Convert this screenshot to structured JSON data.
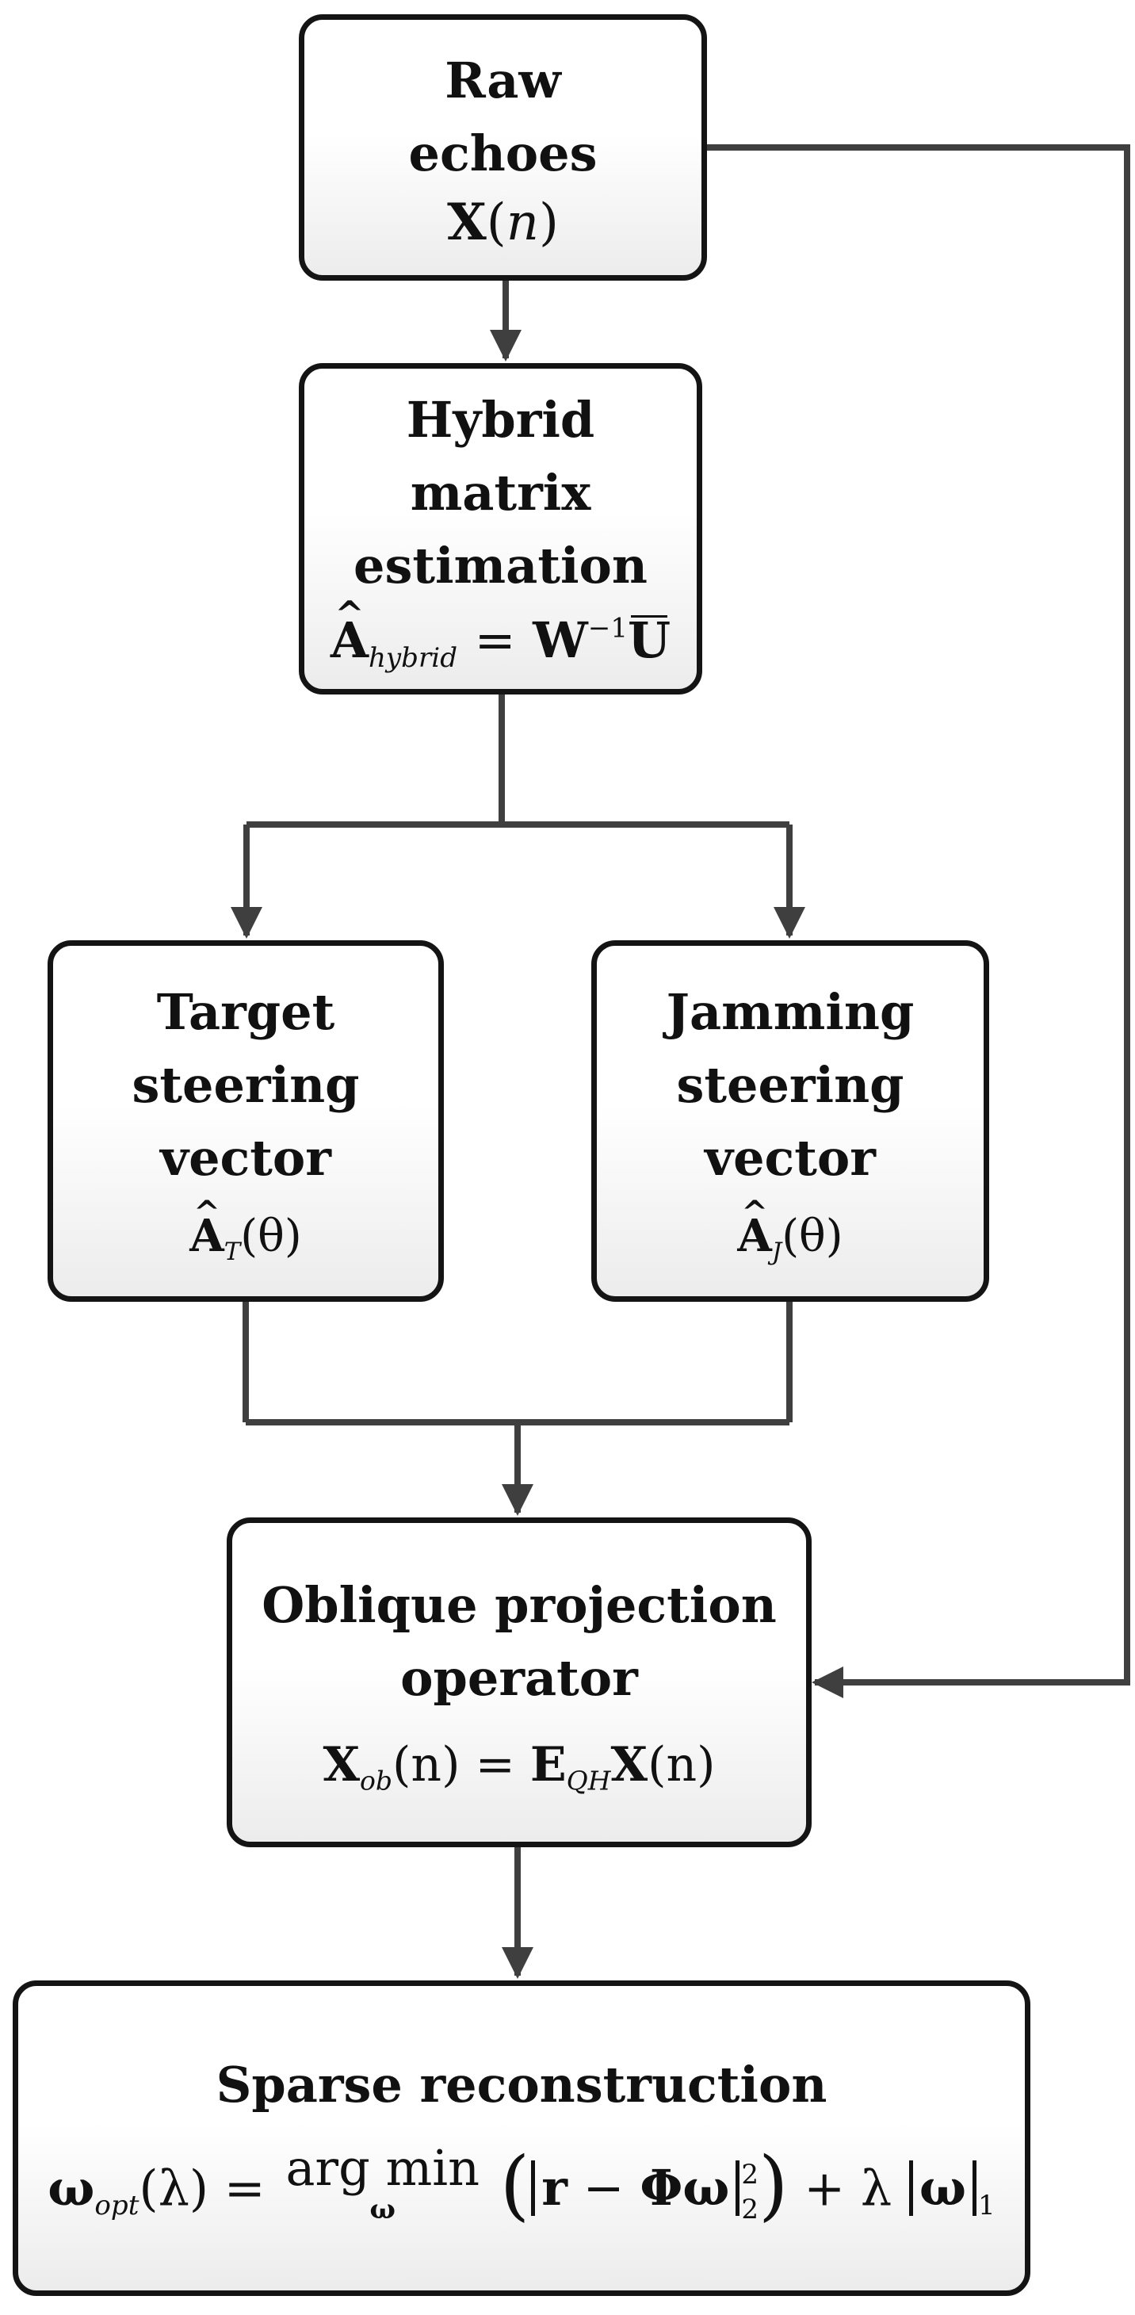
{
  "nodes": {
    "raw": {
      "lines": [
        "Raw",
        "echoes"
      ]
    },
    "hybrid": {
      "lines": [
        "Hybrid",
        "matrix",
        "estimation"
      ]
    },
    "target": {
      "lines": [
        "Target",
        "steering",
        "vector"
      ]
    },
    "jamming": {
      "lines": [
        "Jamming",
        "steering",
        "vector"
      ]
    },
    "oblique": {
      "lines": [
        "Oblique projection",
        "operator"
      ]
    },
    "sparse": {
      "lines": [
        "Sparse reconstruction"
      ]
    }
  },
  "formulas": {
    "raw": {
      "X": "X",
      "open": "(",
      "n": "n",
      "close": ")"
    },
    "hybrid": {
      "A": "A",
      "sub": "hybrid",
      "eq": "=",
      "W": "W",
      "sup": "−1",
      "U": "U"
    },
    "target": {
      "A": "A",
      "sub": "T",
      "arg": "(θ)"
    },
    "jamming": {
      "A": "A",
      "sub": "J",
      "arg": "(θ)"
    },
    "oblique": {
      "X": "X",
      "sub": "ob",
      "arg": "(n)",
      "eq": "=",
      "E": "E",
      "esub": "QH",
      "X2": "X",
      "arg2": "(n)"
    },
    "sparse": {
      "w": "ω",
      "sub": "opt",
      "arg": "(λ)",
      "eq": "=",
      "op": "arg min",
      "under": "ω",
      "lp": "(",
      "r": "r",
      "minus": "−",
      "phiw": "Φω",
      "sup2": "2",
      "sub2": "2",
      "rp": ")",
      "plus": "+ λ",
      "w2": "ω",
      "sub1": "1"
    }
  },
  "colors": {
    "border": "#141414",
    "connector": "#3f3f3f",
    "fill_top": "#ffffff",
    "fill_bottom": "#ececec"
  }
}
